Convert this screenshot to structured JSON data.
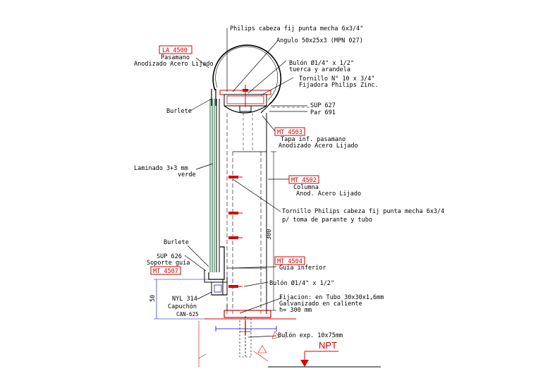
{
  "labels": {
    "philips_cabeza": "Philips cabeza fij punta mecha 6x3/4\"",
    "angulo": "Angulo 50x25x3 (MPN 027)",
    "la4500": "LA 4500",
    "pasamano": "Pasamano",
    "anodizado_pasamano": "Anodizado Acero Lijado",
    "bulon_14_line1": "Bulón Ø1/4\" x 1/2\"",
    "bulon_14_line2": "tuerca y arandela",
    "tornillo_n10_line1": "Tornillo N° 10 x 3/4\"",
    "tornillo_n10_line2": "Fijadora Philips Zinc.",
    "sup627": "SUP 627",
    "par691": "Par 691",
    "burlete_top": "Burlete",
    "mt4503": "MT 4503",
    "tapa_line1": "Tapa inf. pasamano",
    "tapa_line2": "Anodizado Acero Lijado",
    "laminado_line1": "Laminado 3+3 mm",
    "laminado_line2": "verde",
    "mt4502": "MT 4502",
    "columna": "Columna",
    "columna_anod": "Anod. Acero Lijado",
    "tornillo_philips_line1": "Tornillo Philips cabeza fij punta mecha 6x3/4",
    "tornillo_philips_line2": "p/ toma de parante y tubo",
    "dim_300": "300",
    "burlete_bottom": "Burlete",
    "sup626": "SUP 626",
    "soporte_guia": "Soporte guía",
    "mt4507": "MT 4507",
    "mt4504": "MT 4504",
    "guia_inferior": "Guía inferior",
    "bulon_bottom": "Bulón Ø1/4\" x 1/2\"",
    "nyl314": "NYL 314",
    "capuchon": "Capuchón",
    "can625": "CAN-625",
    "dim_50": "50",
    "fijacion_line1": "Fijacion: en Tubo 30x30x1,6mm",
    "fijacion_line2": "Galvanizado en caliente",
    "fijacion_line3": "h= 300 mm",
    "bulon_exp": "Bulón exp. 10x75mm",
    "npt": "NPT"
  },
  "colors": {
    "line": "#000000",
    "accent_red": "#d40000",
    "leader_blue": "#1a1aa0",
    "glass_green": "#2e8b57",
    "dim_blue": "#0000c8"
  }
}
